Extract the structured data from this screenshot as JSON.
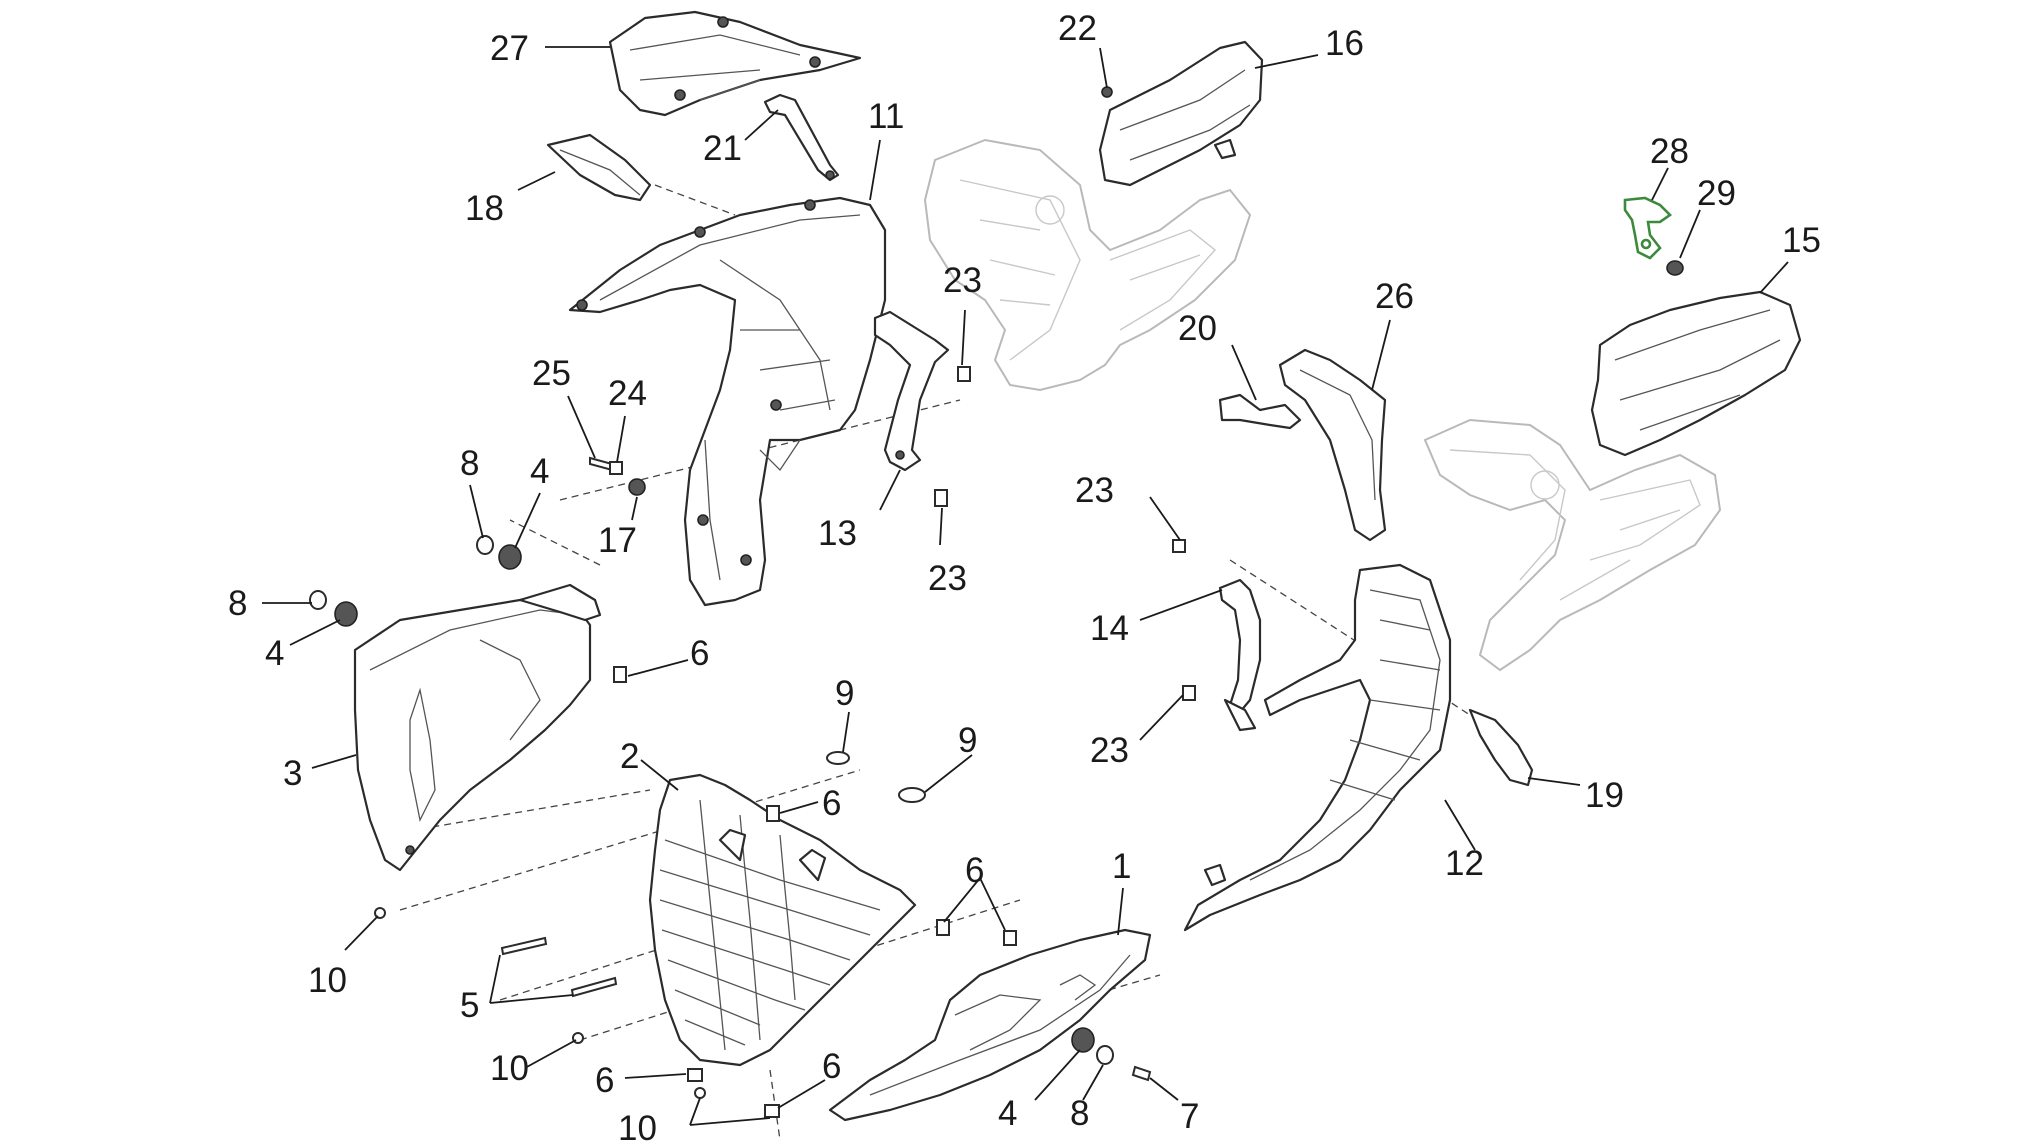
{
  "diagram": {
    "highlight_color": "#3d8a3d",
    "line_color": "#2b2b2b",
    "frame_color": "#b9b9b9",
    "callouts": [
      {
        "key": "c27",
        "text": "27"
      },
      {
        "key": "c22",
        "text": "22"
      },
      {
        "key": "c16",
        "text": "16"
      },
      {
        "key": "c21",
        "text": "21"
      },
      {
        "key": "c11",
        "text": "11"
      },
      {
        "key": "c18",
        "text": "18"
      },
      {
        "key": "c28",
        "text": "28"
      },
      {
        "key": "c29",
        "text": "29"
      },
      {
        "key": "c15",
        "text": "15"
      },
      {
        "key": "c23a",
        "text": "23"
      },
      {
        "key": "c26",
        "text": "26"
      },
      {
        "key": "c20",
        "text": "20"
      },
      {
        "key": "c25",
        "text": "25"
      },
      {
        "key": "c24",
        "text": "24"
      },
      {
        "key": "c8a",
        "text": "8"
      },
      {
        "key": "c4a",
        "text": "4"
      },
      {
        "key": "c17",
        "text": "17"
      },
      {
        "key": "c13",
        "text": "13"
      },
      {
        "key": "c23b",
        "text": "23"
      },
      {
        "key": "c23c",
        "text": "23"
      },
      {
        "key": "c8b",
        "text": "8"
      },
      {
        "key": "c14",
        "text": "14"
      },
      {
        "key": "c6a",
        "text": "6"
      },
      {
        "key": "c4b",
        "text": "4"
      },
      {
        "key": "c9a",
        "text": "9"
      },
      {
        "key": "c3",
        "text": "3"
      },
      {
        "key": "c23d",
        "text": "23"
      },
      {
        "key": "c2",
        "text": "2"
      },
      {
        "key": "c9b",
        "text": "9"
      },
      {
        "key": "c19",
        "text": "19"
      },
      {
        "key": "c6b",
        "text": "6"
      },
      {
        "key": "c1",
        "text": "1"
      },
      {
        "key": "c12",
        "text": "12"
      },
      {
        "key": "c6c",
        "text": "6"
      },
      {
        "key": "c10a",
        "text": "10"
      },
      {
        "key": "c5",
        "text": "5"
      },
      {
        "key": "c10b",
        "text": "10"
      },
      {
        "key": "c6d",
        "text": "6"
      },
      {
        "key": "c6e",
        "text": "6"
      },
      {
        "key": "c4c",
        "text": "4"
      },
      {
        "key": "c8c",
        "text": "8"
      },
      {
        "key": "c7",
        "text": "7"
      },
      {
        "key": "c10c",
        "text": "10"
      }
    ]
  }
}
